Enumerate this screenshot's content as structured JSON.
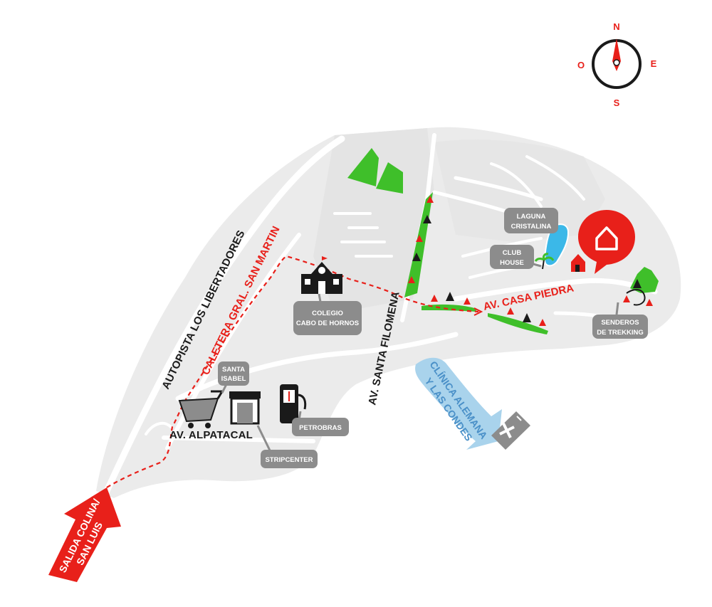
{
  "compass": {
    "north": "N",
    "south": "S",
    "east": "E",
    "west": "O"
  },
  "roads": {
    "autopista": "AUTOPISTA LOS LIBERTADORES",
    "caletera": "CALETERA GRAL. SAN MARTIN",
    "santa_filomena": "AV. SANTA FILOMENA",
    "alpatacal": "AV. ALPATACAL",
    "casa_piedra": "AV. CASA PIEDRA"
  },
  "exit_arrow": {
    "line1": "SALIDA COLINA/",
    "line2": "SAN LUIS"
  },
  "clinic_arrow": {
    "line1": "CLÍNICA ALEMANA",
    "line2": "Y LAS CONDES"
  },
  "places": {
    "colegio": {
      "line1": "COLEGIO",
      "line2": "CABO DE HORNOS"
    },
    "santa_isabel": {
      "line1": "SANTA",
      "line2": "ISABEL"
    },
    "petrobras": {
      "line1": "PETROBRAS"
    },
    "stripcenter": {
      "line1": "STRIPCENTER"
    },
    "laguna": {
      "line1": "LAGUNA",
      "line2": "CRISTALINA"
    },
    "club_house": {
      "line1": "CLUB",
      "line2": "HOUSE"
    },
    "senderos": {
      "line1": "SENDEROS",
      "line2": "DE TREKKING"
    }
  },
  "colors": {
    "land": "#ebebeb",
    "road": "#ffffff",
    "route": "#e8201a",
    "accent_red": "#e8201a",
    "park_green": "#3fbf2a",
    "callout": "#8c8c8c",
    "water": "#3bb8e8",
    "clinic_blue": "#a9d3ec",
    "ink": "#1a1a1a"
  },
  "icons": [
    "compass-icon",
    "home-pin-icon",
    "school-icon",
    "cart-icon",
    "store-icon",
    "fuel-pump-icon",
    "hospital-icon",
    "tree-icon",
    "house-icon",
    "palm-icon"
  ]
}
